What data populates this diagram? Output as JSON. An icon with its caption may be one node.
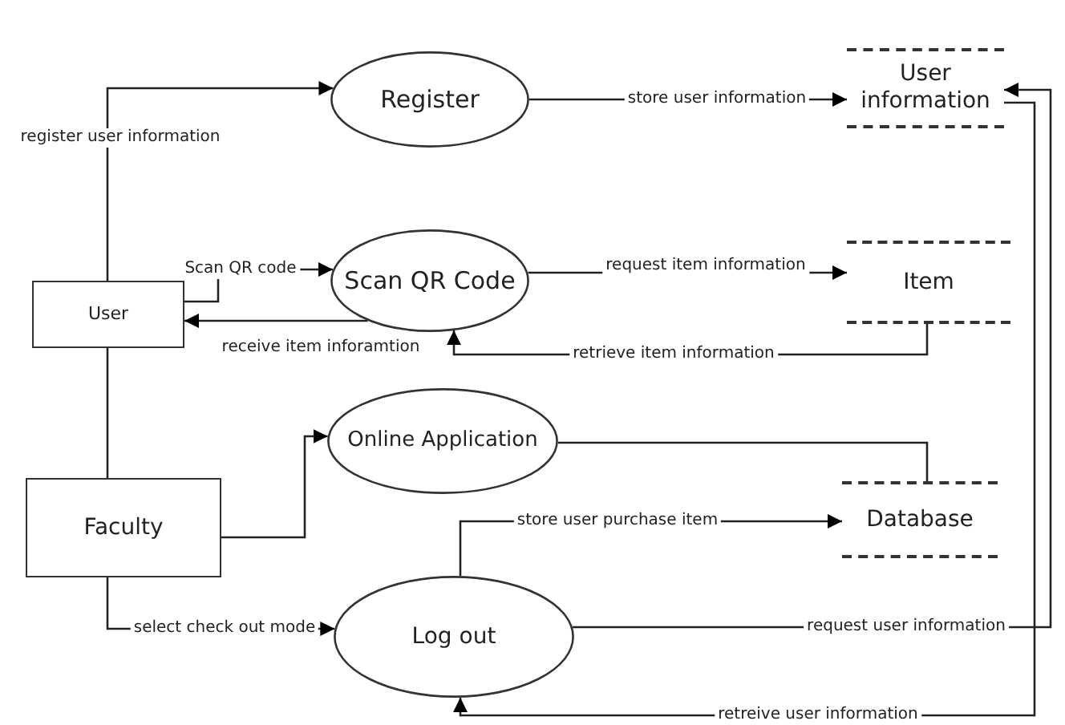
{
  "diagram": {
    "nodes": [
      {
        "text": [
          "Register"
        ]
      },
      {
        "text": [
          "User information"
        ]
      },
      {
        "text": [
          "Scan QR Code"
        ]
      },
      {
        "text": [
          "Item"
        ]
      },
      {
        "text": [
          "User"
        ]
      },
      {
        "text": [
          "Online Application"
        ]
      },
      {
        "text": [
          "Faculty"
        ]
      },
      {
        "text": [
          "Database"
        ]
      },
      {
        "text": [
          "Log out"
        ]
      }
    ],
    "edges": [
      {
        "from": 4,
        "to": 0,
        "arrow": "to",
        "label": "register user information"
      },
      {
        "from": 0,
        "to": 1,
        "arrow": "to",
        "label": "store user information"
      },
      {
        "from": 4,
        "to": 2,
        "arrow": "to",
        "label": "Scan QR code"
      },
      {
        "from": 2,
        "to": 4,
        "arrow": "to",
        "label": "receive item inforamtion"
      },
      {
        "from": 2,
        "to": 3,
        "arrow": "to",
        "label": "request item information"
      },
      {
        "from": 3,
        "to": 2,
        "arrow": "to",
        "label": "retrieve item information"
      },
      {
        "from": 6,
        "to": 5,
        "arrow": "to"
      },
      {
        "from": 5,
        "to": 7,
        "arrow": "none"
      },
      {
        "from": 8,
        "to": 7,
        "arrow": "to",
        "label": "store user purchase item"
      },
      {
        "from": 6,
        "to": 8,
        "arrow": "to",
        "label": "select check out mode"
      },
      {
        "from": 8,
        "to": 1,
        "arrow": "to",
        "label": "request user information"
      },
      {
        "from": 1,
        "to": 8,
        "arrow": "to",
        "label": "retreive user information"
      },
      {
        "from": 4,
        "to": 6,
        "arrow": "none"
      }
    ]
  }
}
